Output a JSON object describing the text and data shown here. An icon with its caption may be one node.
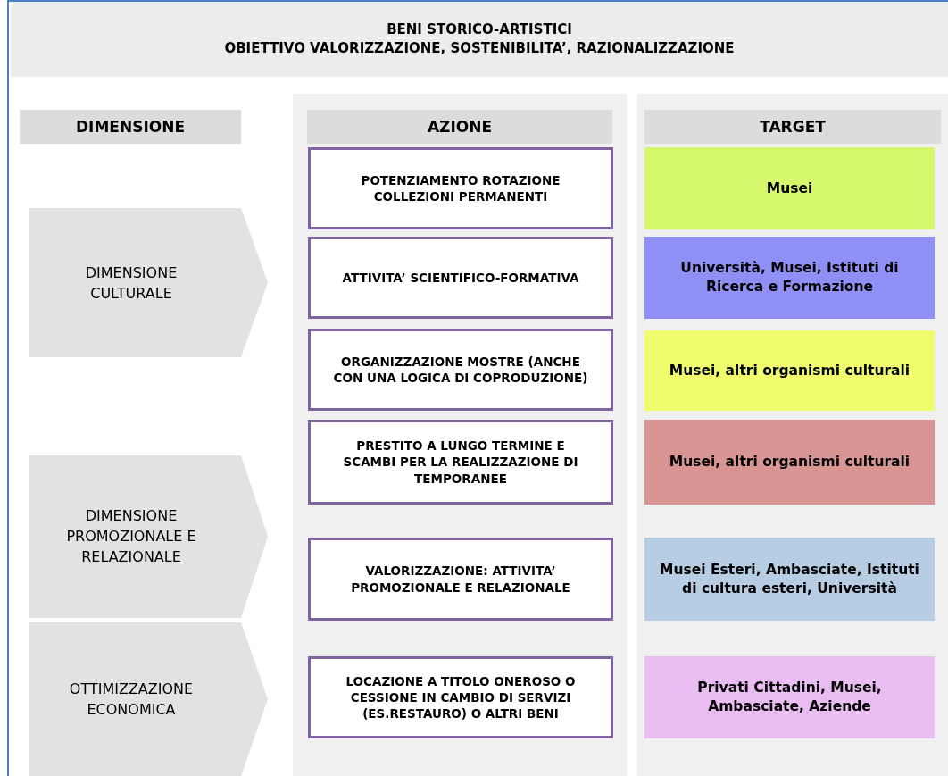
{
  "diagram": {
    "nodes": [
      {
        "text": [
          "BENI STORICO-ARTISTICI",
          "OBIETTIVO VALORIZZAZIONE, SOSTENIBILITA’, RAZIONALIZZAZIONE"
        ]
      },
      {
        "text": [
          "DIMENSIONE"
        ]
      },
      {
        "text": [
          "AZIONE"
        ]
      },
      {
        "text": [
          "TARGET"
        ]
      },
      {
        "text": [
          "DIMENSIONE CULTURALE"
        ]
      },
      {
        "text": [
          "DIMENSIONE PROMOZIONALE E RELAZIONALE"
        ]
      },
      {
        "text": [
          "OTTIMIZZAZIONE ECONOMICA"
        ]
      },
      {
        "text": [
          "POTENZIAMENTO ROTAZIONE COLLEZIONI PERMANENTI"
        ],
        "in": 2
      },
      {
        "text": [
          "ATTIVITA’ SCIENTIFICO-FORMATIVA"
        ],
        "in": 2
      },
      {
        "text": [
          "ORGANIZZAZIONE MOSTRE (ANCHE CON UNA LOGICA DI COPRODUZIONE)"
        ],
        "in": 2
      },
      {
        "text": [
          "PRESTITO A LUNGO TERMINE E SCAMBI PER LA REALIZZAZIONE DI TEMPORANEE"
        ],
        "in": 2
      },
      {
        "text": [
          "VALORIZZAZIONE: ATTIVITA’ PROMOZIONALE E RELAZIONALE"
        ],
        "in": 2
      },
      {
        "text": [
          "LOCAZIONE A TITOLO ONEROSO O CESSIONE IN CAMBIO DI SERVIZI (ES.RESTAURO) O ALTRI BENI"
        ],
        "in": 2
      },
      {
        "text": [
          "Musei"
        ],
        "in": 3
      },
      {
        "text": [
          "Università, Musei, Istituti di Ricerca e Formazione"
        ],
        "in": 3
      },
      {
        "text": [
          "Musei, altri organismi culturali"
        ],
        "in": 3
      },
      {
        "text": [
          "Musei, altri organismi culturali"
        ],
        "in": 3
      },
      {
        "text": [
          "Musei Esteri, Ambasciate, Istituti di cultura esteri, Università"
        ],
        "in": 3
      },
      {
        "text": [
          "Privati Cittadini, Musei, Ambasciate, Aziende"
        ],
        "in": 3
      }
    ]
  }
}
